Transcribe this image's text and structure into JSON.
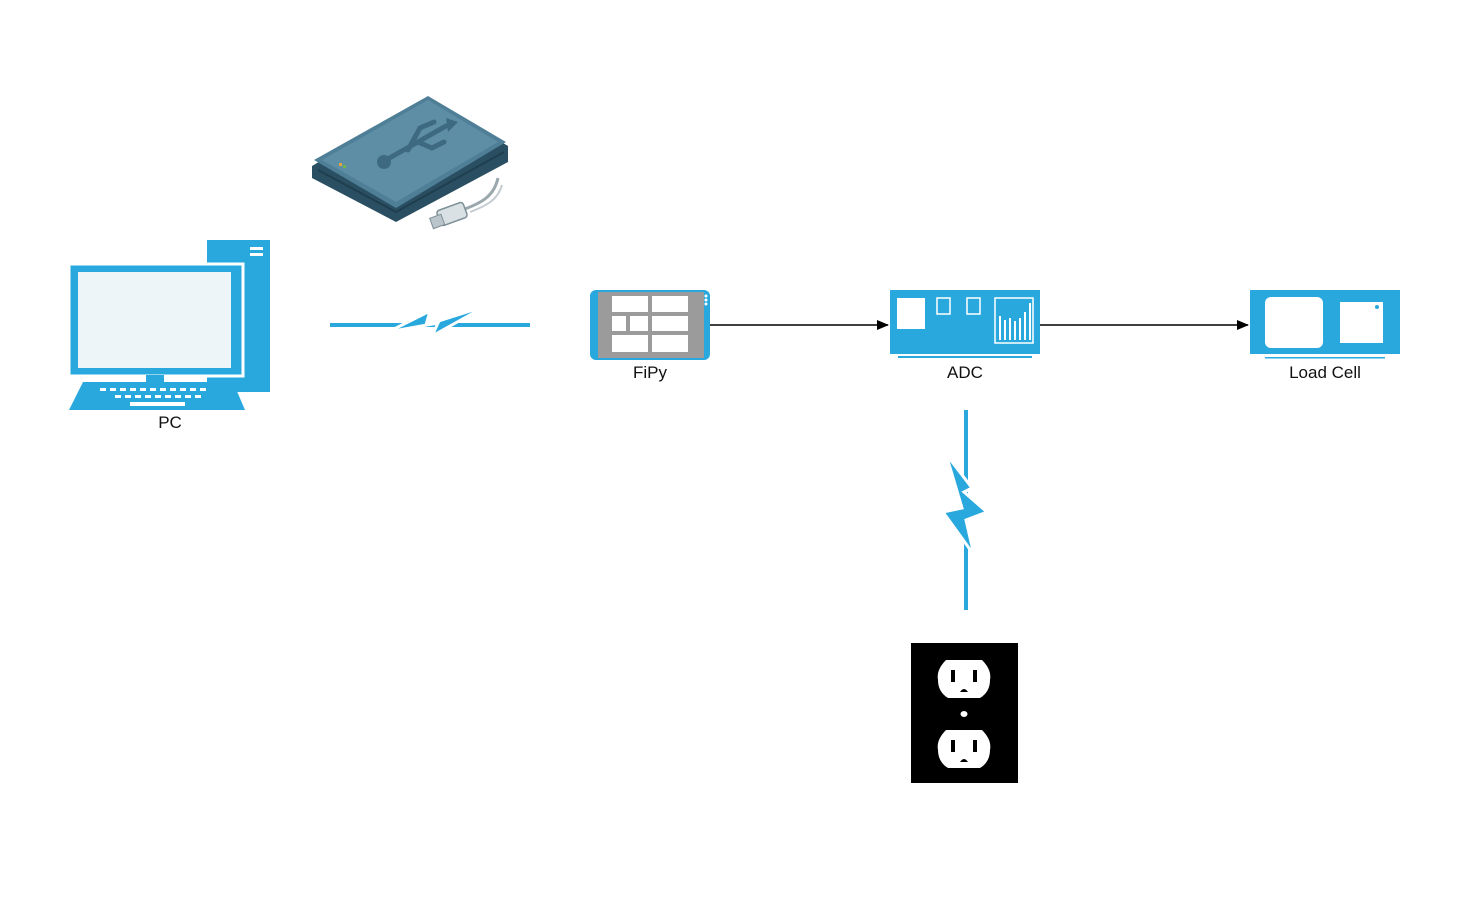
{
  "colors": {
    "accent": "#29a8de",
    "accent_dark": "#1d86b8",
    "screen": "#eef5f9",
    "gray": "#9b9b9b",
    "usb_body": "#4f7f97",
    "usb_dark": "#2b4f62",
    "outlet_bg": "#000000",
    "arrow": "#000000"
  },
  "nodes": {
    "pc": {
      "label": "PC",
      "icon": "desktop-computer-icon"
    },
    "usb_drive": {
      "label": "",
      "icon": "usb-drive-icon"
    },
    "fipy": {
      "label": "FiPy",
      "icon": "tablet-device-icon"
    },
    "adc": {
      "label": "ADC",
      "icon": "adc-module-icon"
    },
    "load_cell": {
      "label": "Load Cell",
      "icon": "load-cell-module-icon"
    },
    "outlet": {
      "label": "",
      "icon": "power-outlet-icon"
    }
  },
  "edges": [
    {
      "from": "pc",
      "to": "fipy",
      "type": "wireless"
    },
    {
      "from": "fipy",
      "to": "adc",
      "type": "arrow"
    },
    {
      "from": "adc",
      "to": "load_cell",
      "type": "arrow"
    },
    {
      "from": "adc",
      "to": "outlet",
      "type": "power"
    }
  ]
}
